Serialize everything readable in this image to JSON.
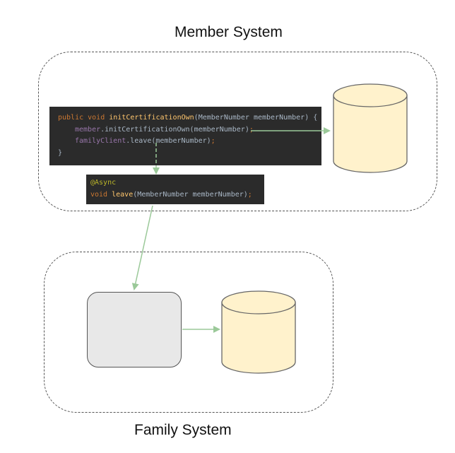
{
  "titles": {
    "member_system": "Member System",
    "family_system": "Family System"
  },
  "code_main": {
    "line1": {
      "kw": "public void ",
      "fn": "initCertificationOwn",
      "rest": "(MemberNumber memberNumber) {"
    },
    "line2": {
      "field": "member",
      "rest": ".initCertificationOwn(memberNumber)",
      "semi": ";"
    },
    "line3": {
      "field": "familyClient",
      "rest": ".leave(memberNumber)",
      "semi": ";"
    },
    "line4": "}"
  },
  "code_async": {
    "annotation": "@Async",
    "kw": "void ",
    "fn": "leave",
    "rest": "(MemberNumber memberNumber)",
    "semi": ";"
  },
  "colors": {
    "arrow": "#9bc999",
    "database_fill": "#fff2cc",
    "service_fill": "#e8e8e8",
    "code_background": "#2b2b2b"
  }
}
